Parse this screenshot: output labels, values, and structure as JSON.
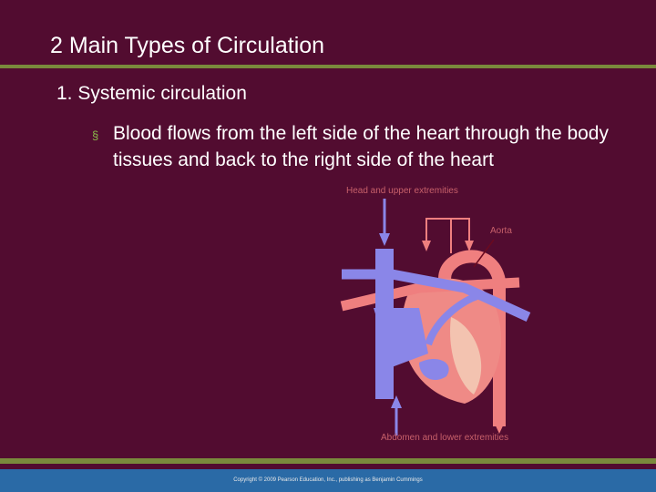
{
  "slide": {
    "title": "2 Main Types of Circulation",
    "item_1": "1.  Systemic circulation",
    "bullet_marker": "§",
    "bullet_text": "Blood flows from the left side of the heart through the body tissues and back to the right side of the heart"
  },
  "figure": {
    "label_head": "Head and upper extremities",
    "label_aorta": "Aorta",
    "label_abdomen": "Abdomen and lower extremities"
  },
  "footer": {
    "copyright": "Copyright © 2009 Pearson Education, Inc., publishing as Benjamin Cummings"
  },
  "colors": {
    "background": "#520c30",
    "accent_rule": "#7a8a3c",
    "footer_bar": "#2a6aa6",
    "oxygenated": "#ef7f7f",
    "deoxygenated": "#8a86e8"
  }
}
